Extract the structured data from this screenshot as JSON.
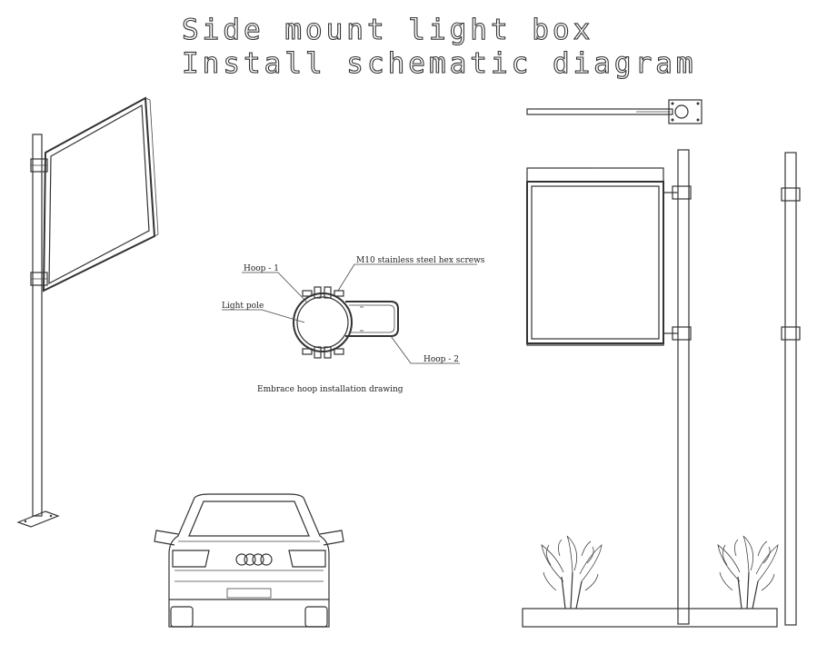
{
  "title": {
    "line1": "Side mount light box",
    "line2": "Install schematic diagram"
  },
  "hoop_drawing": {
    "labels": {
      "hoop1": "Hoop - 1",
      "screws": "M10 stainless steel hex screws",
      "pole": "Light pole",
      "hoop2": "Hoop - 2"
    },
    "caption": "Embrace hoop installation drawing"
  },
  "colors": {
    "line": "#333333",
    "background": "#ffffff"
  },
  "icons": [
    "car-illustration",
    "plant-illustration",
    "light-pole",
    "light-box-panel"
  ]
}
